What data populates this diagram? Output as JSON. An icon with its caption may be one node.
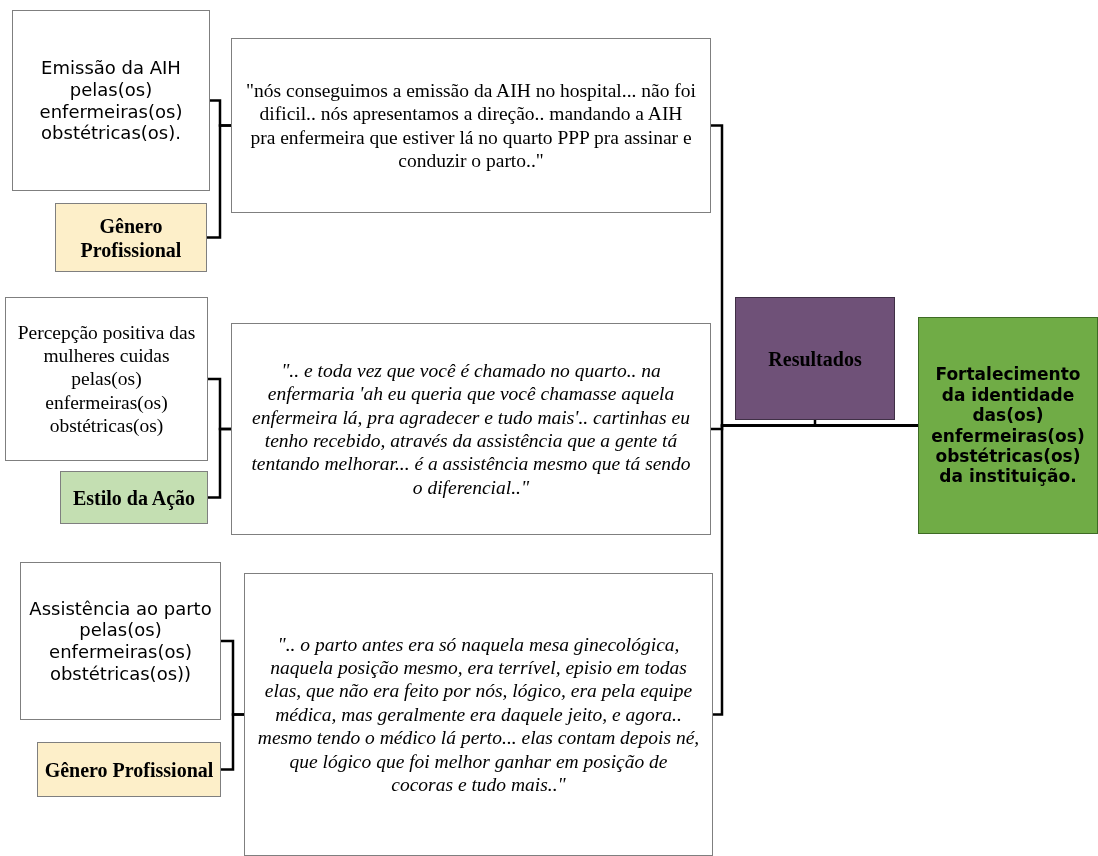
{
  "diagram": {
    "nodes": [
      {
        "text": [
          "Emissão da AIH pelas(os) enfermeiras(os) obstétricas(os)."
        ]
      },
      {
        "text": [
          "Gênero Profissional"
        ]
      },
      {
        "text": [
          "\"nós conseguimos a emissão da AIH no hospital... não foi dificil.. nós apresentamos a direção.. mandando a AIH pra enfermeira que estiver lá no quarto PPP pra assinar e conduzir o parto..\""
        ]
      },
      {
        "text": [
          "Percepção positiva das mulheres cuidas pelas(os) enfermeiras(os) obstétricas(os)"
        ]
      },
      {
        "text": [
          "Estilo da Ação"
        ]
      },
      {
        "text": [
          "\".. e toda vez que você é chamado no quarto.. na enfermaria 'ah eu queria que você chamasse aquela enfermeira lá, pra agradecer e tudo mais'.. cartinhas eu tenho recebido, através da assistência que a gente tá tentando melhorar... é a assistência mesmo que tá sendo o diferencial..\""
        ]
      },
      {
        "text": [
          "Assistência ao parto pelas(os) enfermeiras(os) obstétricas(os))"
        ]
      },
      {
        "text": [
          "Gênero Profissional"
        ]
      },
      {
        "text": [
          "\".. o parto antes era só naquela mesa ginecológica, naquela posição mesmo, era terrível, episio em todas elas, que não era feito por nós, lógico, era pela equipe médica, mas geralmente era daquele jeito, e agora.. mesmo tendo o médico lá perto... elas contam depois né, que lógico que foi melhor ganhar em posição de cocoras e tudo mais..\""
        ]
      },
      {
        "text": [
          "Resultados"
        ]
      },
      {
        "text": [
          "Fortalecimento da identidade das(os) enfermeiras(os) obstétricas(os) da instituição."
        ]
      }
    ],
    "edges": [
      {
        "from": 0,
        "to": 2,
        "arrow": "none"
      },
      {
        "from": 1,
        "to": 2,
        "arrow": "none"
      },
      {
        "from": 3,
        "to": 5,
        "arrow": "none"
      },
      {
        "from": 4,
        "to": 5,
        "arrow": "none"
      },
      {
        "from": 6,
        "to": 8,
        "arrow": "none"
      },
      {
        "from": 7,
        "to": 8,
        "arrow": "none"
      },
      {
        "from": 2,
        "to": 10,
        "arrow": "none"
      },
      {
        "from": 5,
        "to": 10,
        "arrow": "none"
      },
      {
        "from": 8,
        "to": 10,
        "arrow": "none"
      },
      {
        "from": 9,
        "to": 10,
        "arrow": "none"
      }
    ]
  }
}
